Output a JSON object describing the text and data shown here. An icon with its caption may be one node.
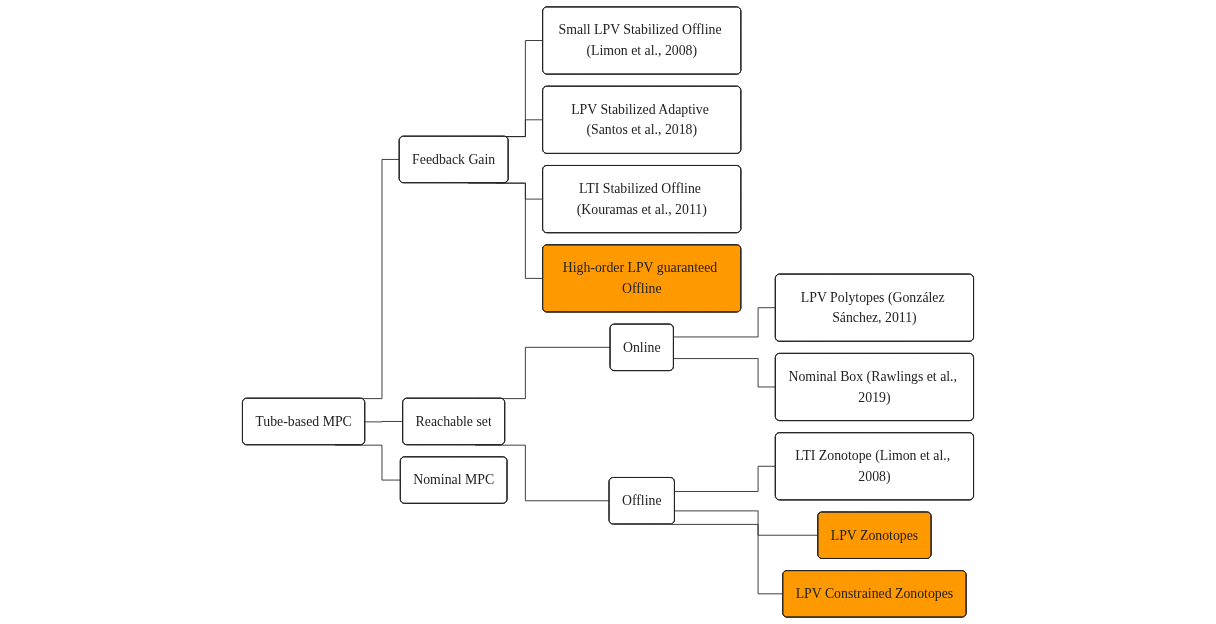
{
  "diagram": {
    "nodes": [
      {
        "text": [
          "Tube-based MPC"
        ]
      },
      {
        "text": [
          "Feedback Gain"
        ]
      },
      {
        "text": [
          "Small LPV Stabilized Offline (Limon et al., 2008)"
        ]
      },
      {
        "text": [
          "LPV Stabilized Adaptive (Santos et al., 2018)"
        ]
      },
      {
        "text": [
          "LTI Stabilized Offline (Kouramas et al., 2011)"
        ]
      },
      {
        "text": [
          "High-order LPV guaranteed Offline"
        ]
      },
      {
        "text": [
          "Reachable set"
        ]
      },
      {
        "text": [
          "Online"
        ]
      },
      {
        "text": [
          "LPV Polytopes (González Sánchez, 2011)"
        ]
      },
      {
        "text": [
          "Nominal Box (Rawlings et al., 2019)"
        ]
      },
      {
        "text": [
          "Offline"
        ]
      },
      {
        "text": [
          "LTI Zonotope (Limon et al., 2008)"
        ]
      },
      {
        "text": [
          "LPV Zonotopes"
        ]
      },
      {
        "text": [
          "LPV Constrained Zonotopes"
        ]
      },
      {
        "text": [
          "Nominal MPC"
        ]
      }
    ],
    "edges": [
      {
        "from": 0,
        "to": 1,
        "arrow": "none"
      },
      {
        "from": 1,
        "to": 2,
        "arrow": "none"
      },
      {
        "from": 1,
        "to": 3,
        "arrow": "none"
      },
      {
        "from": 1,
        "to": 4,
        "arrow": "none"
      },
      {
        "from": 1,
        "to": 5,
        "arrow": "none"
      },
      {
        "from": 0,
        "to": 6,
        "arrow": "none"
      },
      {
        "from": 6,
        "to": 7,
        "arrow": "none"
      },
      {
        "from": 7,
        "to": 8,
        "arrow": "none"
      },
      {
        "from": 7,
        "to": 9,
        "arrow": "none"
      },
      {
        "from": 6,
        "to": 10,
        "arrow": "none"
      },
      {
        "from": 10,
        "to": 11,
        "arrow": "none"
      },
      {
        "from": 10,
        "to": 12,
        "arrow": "none"
      },
      {
        "from": 10,
        "to": 13,
        "arrow": "none"
      },
      {
        "from": 0,
        "to": 14,
        "arrow": "none"
      }
    ]
  }
}
